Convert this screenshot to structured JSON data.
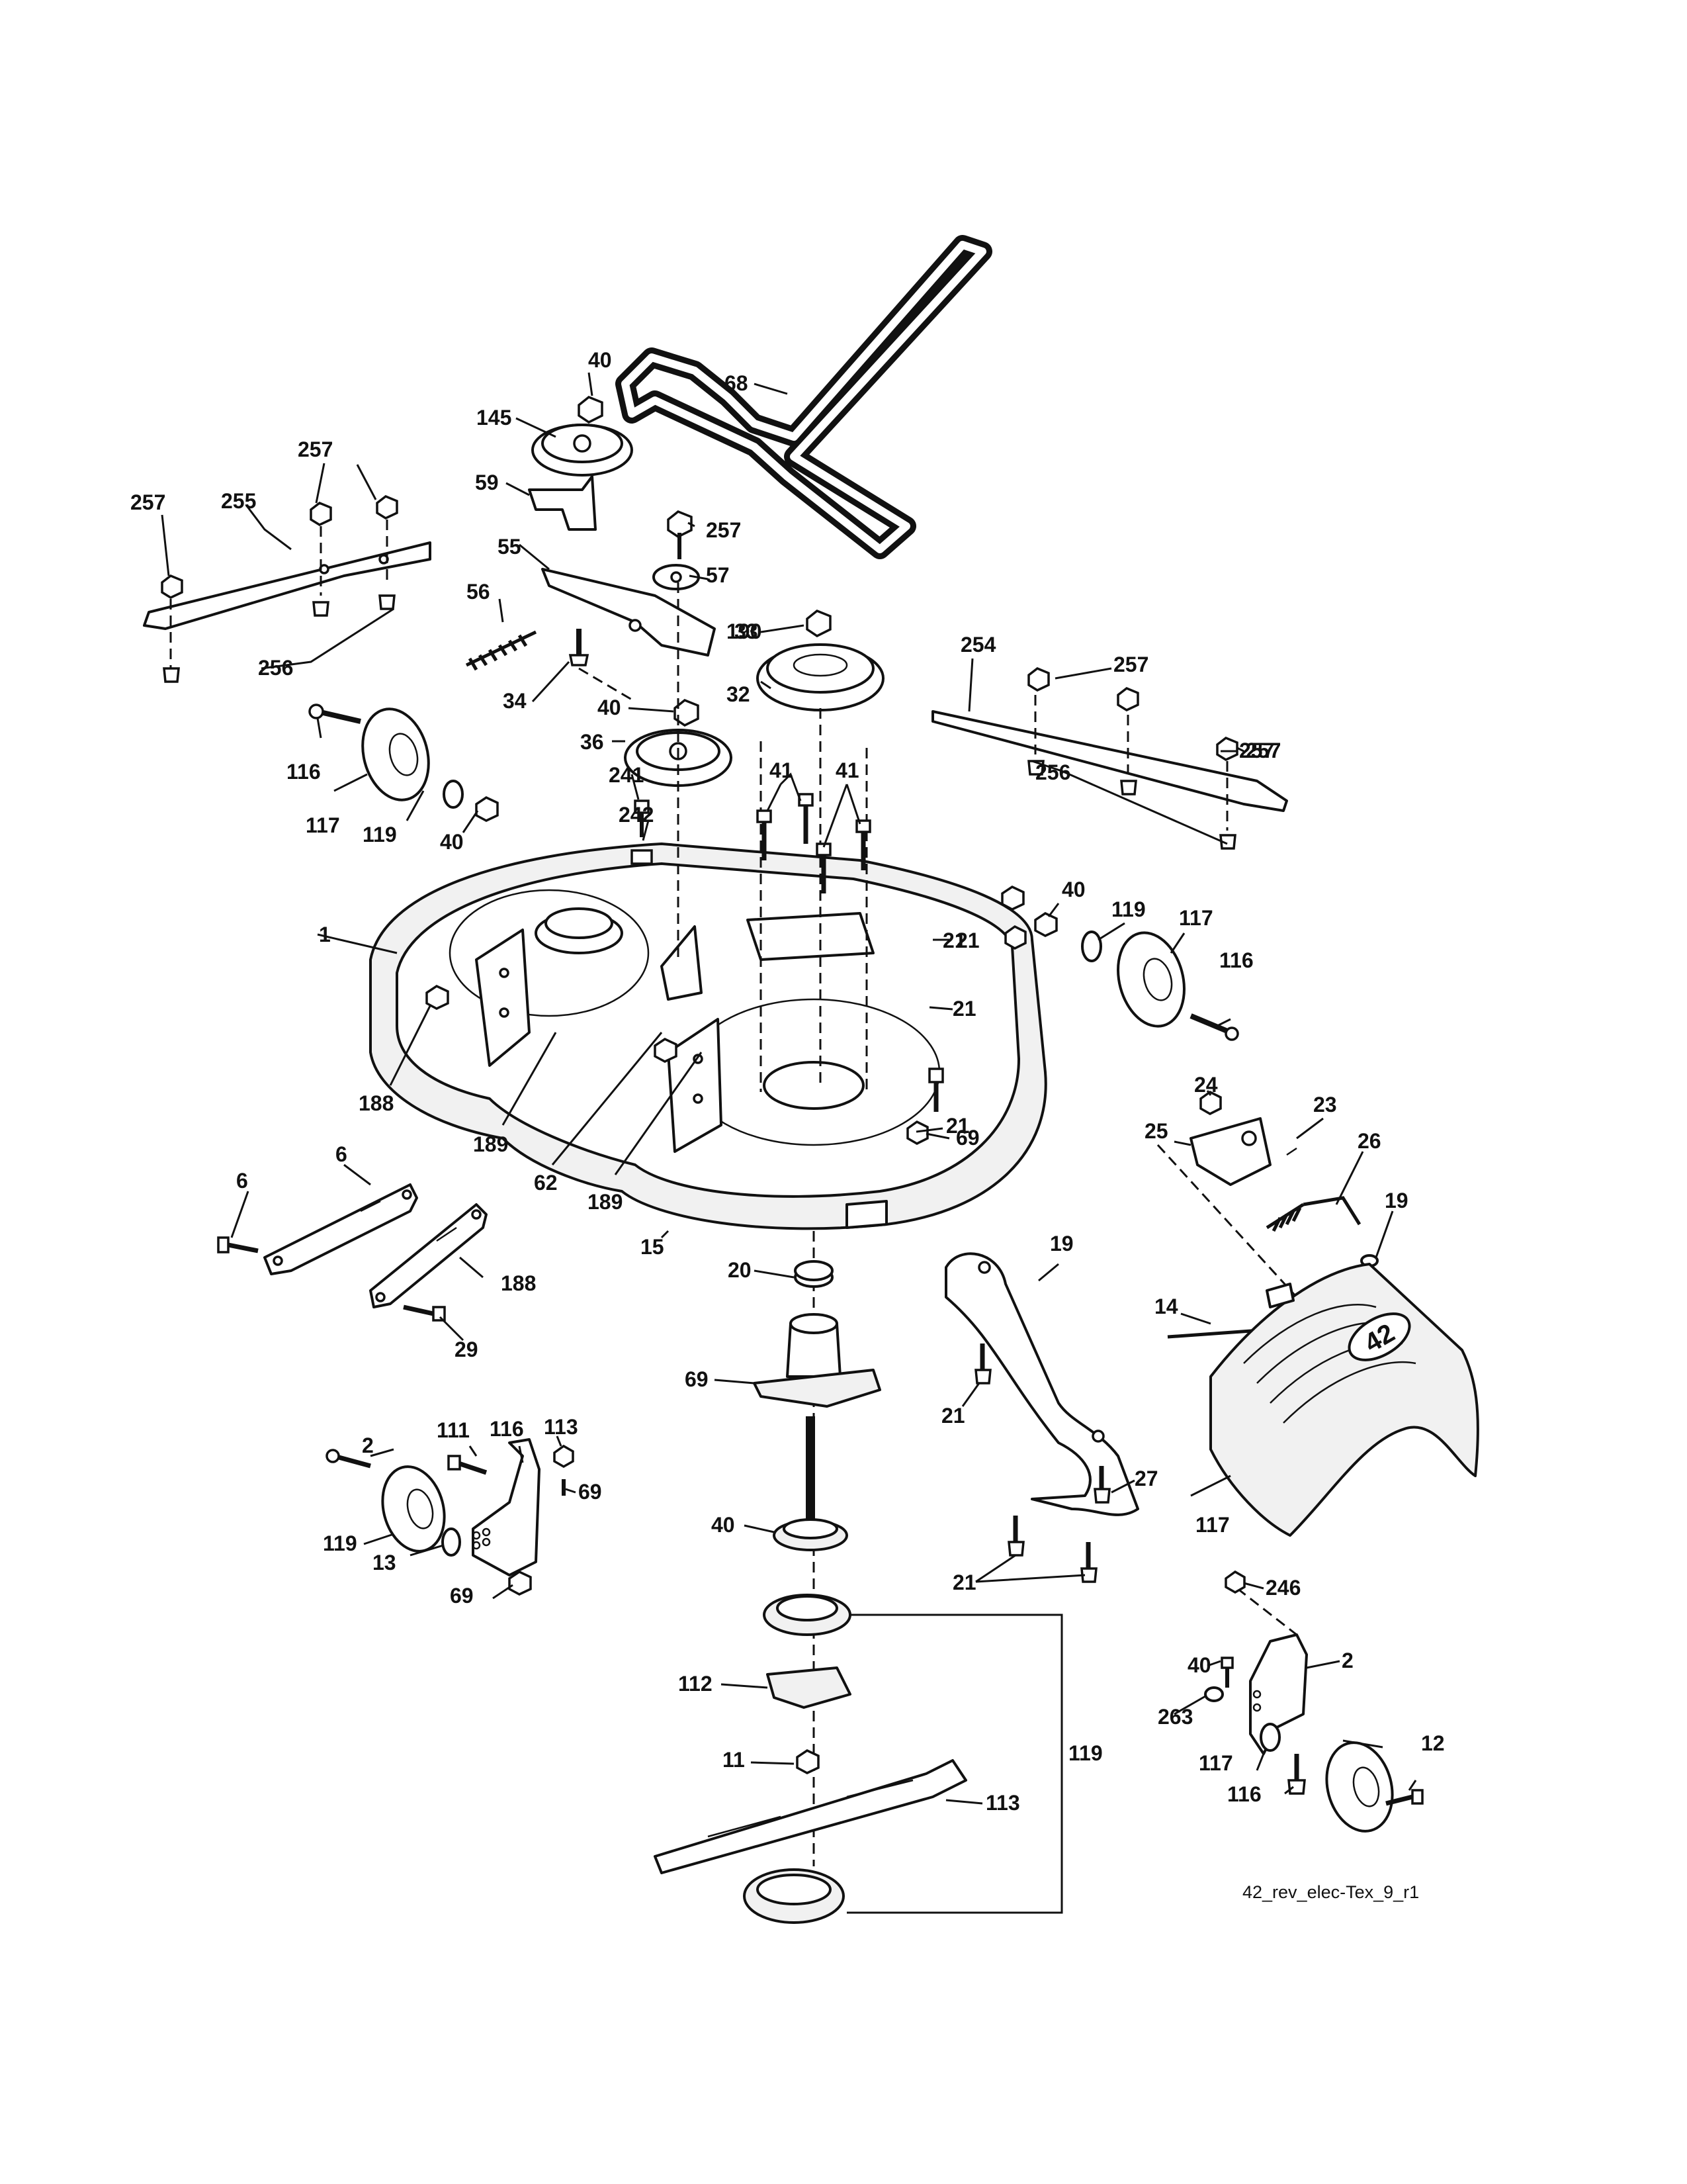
{
  "drawing_id": "42_rev_elec-Tex_9_r1",
  "shroud_badge": "42",
  "callouts": [
    "40",
    "145",
    "59",
    "68",
    "257",
    "257",
    "255",
    "257",
    "55",
    "57",
    "56",
    "190",
    "33",
    "256",
    "32",
    "34",
    "254",
    "257",
    "40",
    "257",
    "36",
    "116",
    "241",
    "41",
    "41",
    "117",
    "119",
    "40",
    "242",
    "256",
    "257",
    "40",
    "119",
    "117",
    "1",
    "21",
    "21",
    "116",
    "69",
    "188",
    "189",
    "62",
    "189",
    "21",
    "21",
    "24",
    "23",
    "25",
    "26",
    "19",
    "6",
    "6",
    "188",
    "15",
    "20",
    "19",
    "29",
    "14",
    "69",
    "21",
    "113",
    "111",
    "116",
    "2",
    "69",
    "27",
    "117",
    "119",
    "13",
    "40",
    "69",
    "21",
    "246",
    "112",
    "2",
    "40",
    "263",
    "119",
    "117",
    "12",
    "11",
    "113",
    "116"
  ]
}
